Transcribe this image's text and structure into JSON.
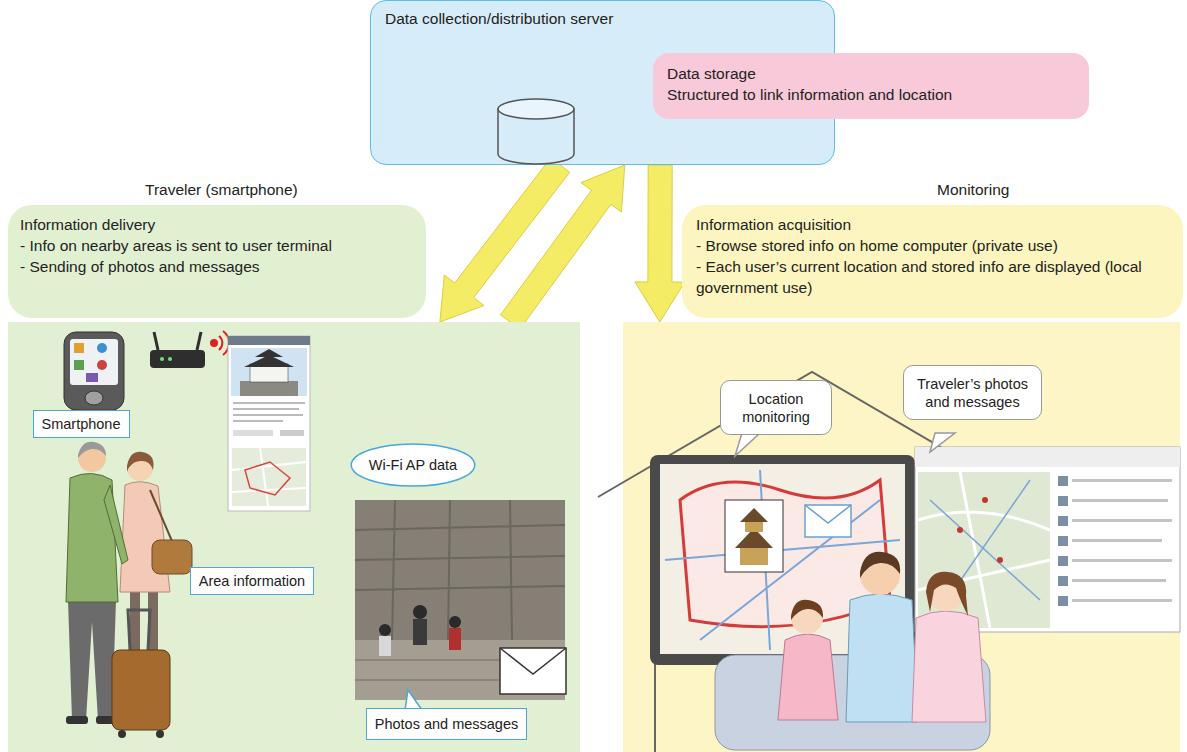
{
  "diagram": {
    "nodes": [
      {
        "text": [
          "Data collection/distribution server"
        ]
      },
      {
        "text": [
          "Data storage",
          "Structured to link information and location"
        ],
        "in": 0
      },
      {
        "text": [
          "Traveler (smartphone)"
        ]
      },
      {
        "text": [
          "Monitoring"
        ]
      },
      {
        "text": [
          "Information delivery",
          "- Info on nearby areas is sent to user terminal",
          "- Sending of photos and messages"
        ]
      },
      {
        "text": [
          "Information acquisition",
          "- Browse stored info on home computer (private use)",
          "- Each user’s current location and stored info are displayed (local government use)"
        ]
      },
      {
        "text": [
          "Smartphone"
        ],
        "in": 2
      },
      {
        "text": [
          "Area information"
        ],
        "in": 2
      },
      {
        "text": [
          "Wi-Fi AP data"
        ],
        "in": 2
      },
      {
        "text": [
          "Photos and messages"
        ],
        "in": 2
      },
      {
        "text": [
          "Location monitoring"
        ],
        "in": 3
      },
      {
        "text": [
          "Traveler’s photos and messages"
        ],
        "in": 3
      }
    ],
    "edges": [
      {
        "from": 0,
        "to": 2,
        "arrow": "to"
      },
      {
        "from": 2,
        "to": 0,
        "arrow": "to"
      },
      {
        "from": 0,
        "to": 3,
        "arrow": "to"
      }
    ]
  }
}
